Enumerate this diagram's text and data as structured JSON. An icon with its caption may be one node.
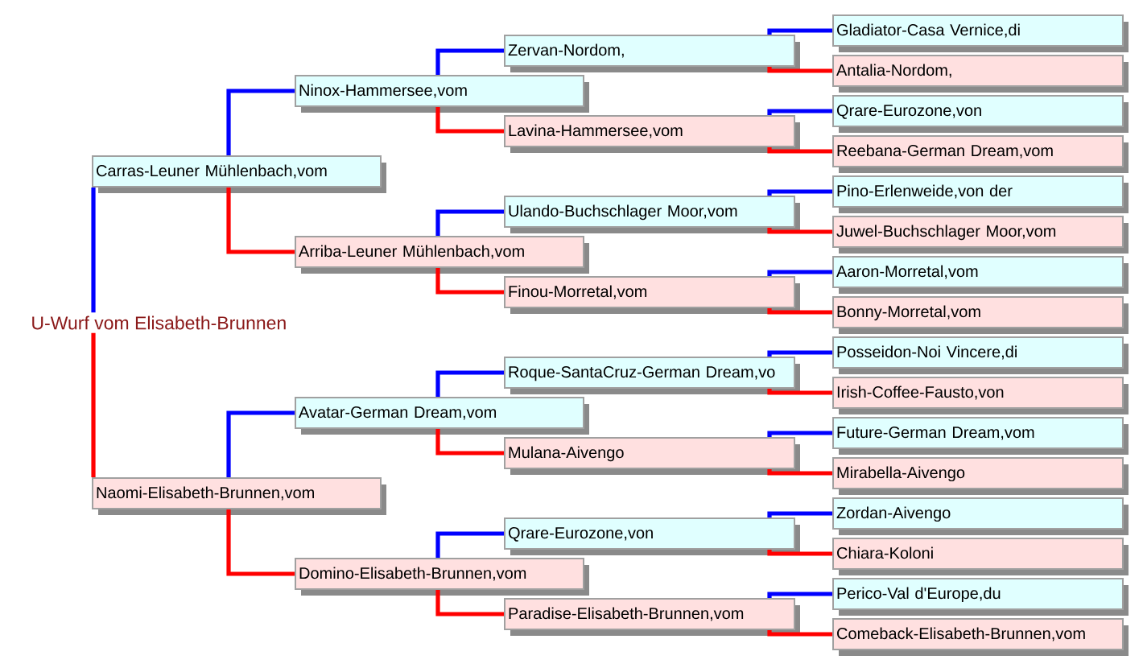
{
  "diagram": {
    "nodes": [
      {
        "text": [
          "U-Wurf vom Elisabeth-Brunnen"
        ]
      },
      {
        "text": [
          "Carras-Leuner Mühlenbach,vom"
        ]
      },
      {
        "text": [
          "Ninox-Hammersee,vom"
        ]
      },
      {
        "text": [
          "Zervan-Nordom,"
        ]
      },
      {
        "text": [
          "Gladiator-Casa Vernice,di"
        ]
      },
      {
        "text": [
          "Antalia-Nordom,"
        ]
      },
      {
        "text": [
          "Lavina-Hammersee,vom"
        ]
      },
      {
        "text": [
          "Qrare-Eurozone,von"
        ]
      },
      {
        "text": [
          "Reebana-German Dream,vom"
        ]
      },
      {
        "text": [
          "Arriba-Leuner Mühlenbach,vom"
        ]
      },
      {
        "text": [
          "Ulando-Buchschlager Moor,vom"
        ]
      },
      {
        "text": [
          "Pino-Erlenweide,von der"
        ]
      },
      {
        "text": [
          "Juwel-Buchschlager Moor,vom"
        ]
      },
      {
        "text": [
          "Finou-Morretal,vom"
        ]
      },
      {
        "text": [
          "Aaron-Morretal,vom"
        ]
      },
      {
        "text": [
          "Bonny-Morretal,vom"
        ]
      },
      {
        "text": [
          "Naomi-Elisabeth-Brunnen,vom"
        ]
      },
      {
        "text": [
          "Avatar-German Dream,vom"
        ]
      },
      {
        "text": [
          "Roque-SantaCruz-German Dream,vo"
        ]
      },
      {
        "text": [
          "Posseidon-Noi Vincere,di"
        ]
      },
      {
        "text": [
          "Irish-Coffee-Fausto,von"
        ]
      },
      {
        "text": [
          "Mulana-Aivengo"
        ]
      },
      {
        "text": [
          "Future-German Dream,vom"
        ]
      },
      {
        "text": [
          "Mirabella-Aivengo"
        ]
      },
      {
        "text": [
          "Domino-Elisabeth-Brunnen,vom"
        ]
      },
      {
        "text": [
          "Qrare-Eurozone,von"
        ]
      },
      {
        "text": [
          "Zordan-Aivengo"
        ]
      },
      {
        "text": [
          "Chiara-Koloni"
        ]
      },
      {
        "text": [
          "Paradise-Elisabeth-Brunnen,vom"
        ]
      },
      {
        "text": [
          "Perico-Val d'Europe,du"
        ]
      },
      {
        "text": [
          "Comeback-Elisabeth-Brunnen,vom"
        ]
      }
    ],
    "edges": [
      {
        "from": 0,
        "to": 1,
        "arrow": "none",
        "color": "#0000ff"
      },
      {
        "from": 1,
        "to": 2,
        "arrow": "none",
        "color": "#0000ff"
      },
      {
        "from": 2,
        "to": 3,
        "arrow": "none",
        "color": "#0000ff"
      },
      {
        "from": 3,
        "to": 4,
        "arrow": "none",
        "color": "#0000ff"
      },
      {
        "from": 3,
        "to": 5,
        "arrow": "none",
        "color": "#ff0000"
      },
      {
        "from": 2,
        "to": 6,
        "arrow": "none",
        "color": "#ff0000"
      },
      {
        "from": 6,
        "to": 7,
        "arrow": "none",
        "color": "#0000ff"
      },
      {
        "from": 6,
        "to": 8,
        "arrow": "none",
        "color": "#ff0000"
      },
      {
        "from": 1,
        "to": 9,
        "arrow": "none",
        "color": "#ff0000"
      },
      {
        "from": 9,
        "to": 10,
        "arrow": "none",
        "color": "#0000ff"
      },
      {
        "from": 10,
        "to": 11,
        "arrow": "none",
        "color": "#0000ff"
      },
      {
        "from": 10,
        "to": 12,
        "arrow": "none",
        "color": "#ff0000"
      },
      {
        "from": 9,
        "to": 13,
        "arrow": "none",
        "color": "#ff0000"
      },
      {
        "from": 13,
        "to": 14,
        "arrow": "none",
        "color": "#0000ff"
      },
      {
        "from": 13,
        "to": 15,
        "arrow": "none",
        "color": "#ff0000"
      },
      {
        "from": 0,
        "to": 16,
        "arrow": "none",
        "color": "#ff0000"
      },
      {
        "from": 16,
        "to": 17,
        "arrow": "none",
        "color": "#0000ff"
      },
      {
        "from": 17,
        "to": 18,
        "arrow": "none",
        "color": "#0000ff"
      },
      {
        "from": 18,
        "to": 19,
        "arrow": "none",
        "color": "#0000ff"
      },
      {
        "from": 18,
        "to": 20,
        "arrow": "none",
        "color": "#ff0000"
      },
      {
        "from": 17,
        "to": 21,
        "arrow": "none",
        "color": "#ff0000"
      },
      {
        "from": 21,
        "to": 22,
        "arrow": "none",
        "color": "#0000ff"
      },
      {
        "from": 21,
        "to": 23,
        "arrow": "none",
        "color": "#ff0000"
      },
      {
        "from": 16,
        "to": 24,
        "arrow": "none",
        "color": "#ff0000"
      },
      {
        "from": 24,
        "to": 25,
        "arrow": "none",
        "color": "#0000ff"
      },
      {
        "from": 25,
        "to": 26,
        "arrow": "none",
        "color": "#0000ff"
      },
      {
        "from": 25,
        "to": 27,
        "arrow": "none",
        "color": "#ff0000"
      },
      {
        "from": 24,
        "to": 28,
        "arrow": "none",
        "color": "#ff0000"
      },
      {
        "from": 28,
        "to": 29,
        "arrow": "none",
        "color": "#0000ff"
      },
      {
        "from": 28,
        "to": 30,
        "arrow": "none",
        "color": "#ff0000"
      }
    ]
  }
}
